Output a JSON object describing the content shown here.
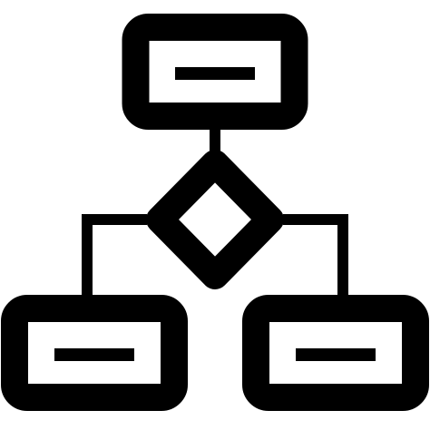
{
  "icon": {
    "name": "flowchart-icon",
    "colors": {
      "foreground": "#000000",
      "background": "#ffffff"
    },
    "parts": [
      "top-process-box",
      "decision-diamond",
      "left-process-box",
      "right-process-box"
    ]
  }
}
